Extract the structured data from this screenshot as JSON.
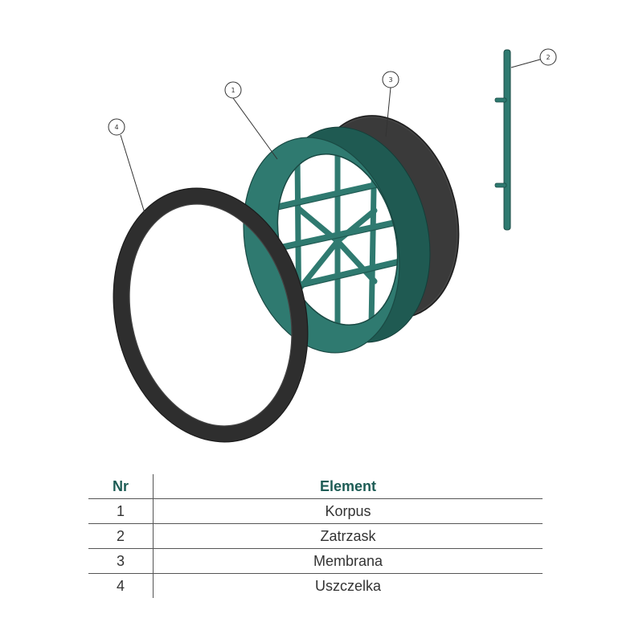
{
  "diagram": {
    "callouts": [
      {
        "number": "1",
        "part": "Korpus"
      },
      {
        "number": "2",
        "part": "Zatrzask"
      },
      {
        "number": "3",
        "part": "Membrana"
      },
      {
        "number": "4",
        "part": "Uszczelka"
      }
    ],
    "colors": {
      "housing": "#2f7a70",
      "housing_dark": "#1f5a52",
      "membrane": "#3a3a3a",
      "seal": "#2e2e2e",
      "header_text": "#1d5c55"
    }
  },
  "table": {
    "headers": {
      "nr": "Nr",
      "element": "Element"
    },
    "rows": [
      {
        "nr": "1",
        "element": "Korpus"
      },
      {
        "nr": "2",
        "element": "Zatrzask"
      },
      {
        "nr": "3",
        "element": "Membrana"
      },
      {
        "nr": "4",
        "element": "Uszczelka"
      }
    ]
  }
}
